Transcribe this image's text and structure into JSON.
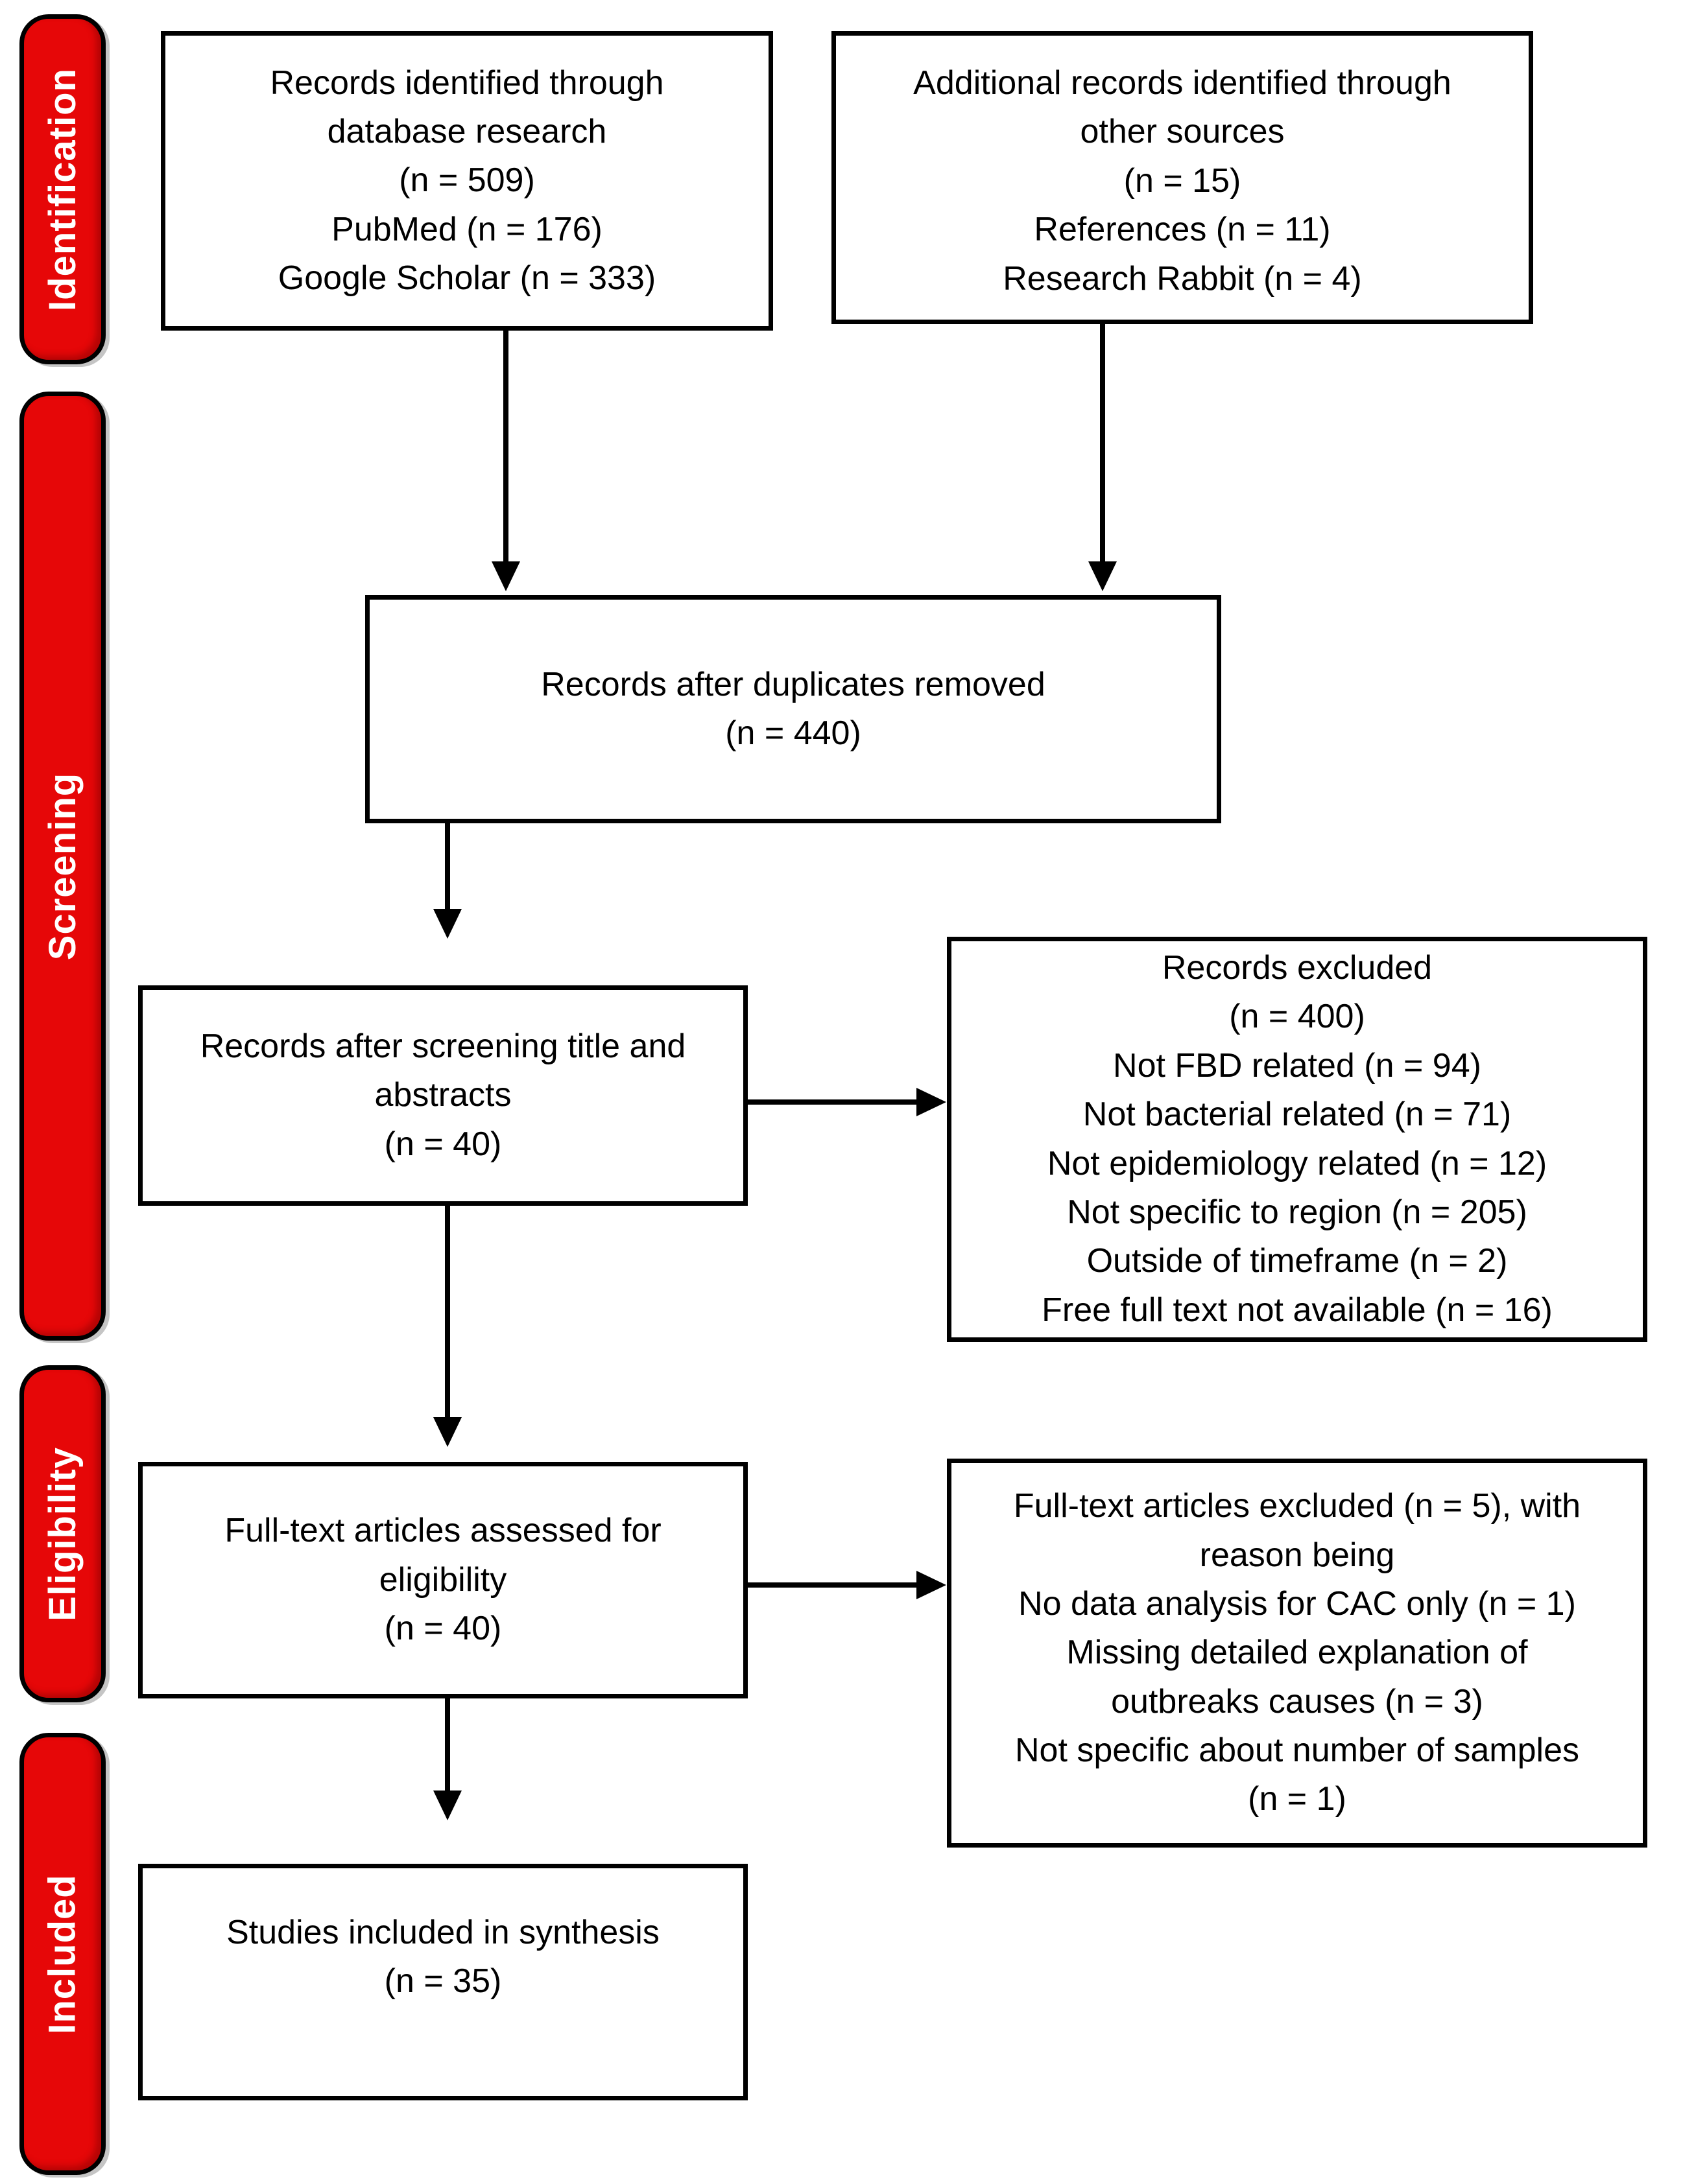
{
  "stages": [
    {
      "label": "Identification"
    },
    {
      "label": "Screening"
    },
    {
      "label": "Eligibility"
    },
    {
      "label": "Included"
    }
  ],
  "boxes": {
    "records_identified_db": {
      "lines": [
        "Records identified through",
        "database research",
        "(n = 509)",
        "PubMed (n = 176)",
        "Google Scholar (n = 333)"
      ]
    },
    "additional_records": {
      "lines": [
        "Additional records identified through",
        "other sources",
        "(n = 15)",
        "References (n = 11)",
        "Research Rabbit (n = 4)"
      ]
    },
    "after_duplicates": {
      "lines": [
        "Records after duplicates removed",
        "(n = 440)"
      ]
    },
    "after_screening": {
      "lines": [
        "Records after screening title and",
        "abstracts",
        "(n = 40)"
      ]
    },
    "records_excluded": {
      "lines": [
        "Records excluded",
        "(n = 400)",
        "Not FBD related (n = 94)",
        "Not bacterial related (n = 71)",
        "Not epidemiology related (n = 12)",
        "Not specific to region (n = 205)",
        "Outside of timeframe (n = 2)",
        "Free full text not available (n = 16)"
      ]
    },
    "fulltext_assessed": {
      "lines": [
        "Full-text articles assessed for",
        "eligibility",
        "(n = 40)"
      ]
    },
    "fulltext_excluded": {
      "lines": [
        "Full-text articles excluded (n = 5), with",
        "reason being",
        "No data analysis for CAC only (n = 1)",
        "Missing detailed explanation of",
        "outbreaks causes (n = 3)",
        "Not specific about number of samples",
        "(n = 1)"
      ]
    },
    "included_synthesis": {
      "lines": [
        "Studies included in synthesis",
        "(n = 35)"
      ]
    }
  },
  "colors": {
    "stage_band_red": "#e60708",
    "stage_band_text": "#ffffff",
    "box_border": "#000000",
    "box_fill": "#ffffff",
    "arrow": "#000000"
  }
}
